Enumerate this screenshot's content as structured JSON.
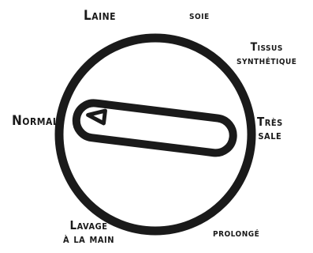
{
  "dial": {
    "selected": "Normal",
    "programs": [
      {
        "id": "laine",
        "lines": [
          "Laine"
        ]
      },
      {
        "id": "soie",
        "lines": [
          "soie"
        ]
      },
      {
        "id": "tissus",
        "lines": [
          "Tissus",
          "synthétique"
        ]
      },
      {
        "id": "normal",
        "lines": [
          "Normal"
        ]
      },
      {
        "id": "tres",
        "lines": [
          "Très",
          "sale"
        ]
      },
      {
        "id": "lavage",
        "lines": [
          "Lavage",
          "à la main"
        ]
      },
      {
        "id": "prolonge",
        "lines": [
          "prolongé"
        ]
      }
    ]
  },
  "colors": {
    "ink": "#1a1a1a",
    "background": "#ffffff"
  }
}
